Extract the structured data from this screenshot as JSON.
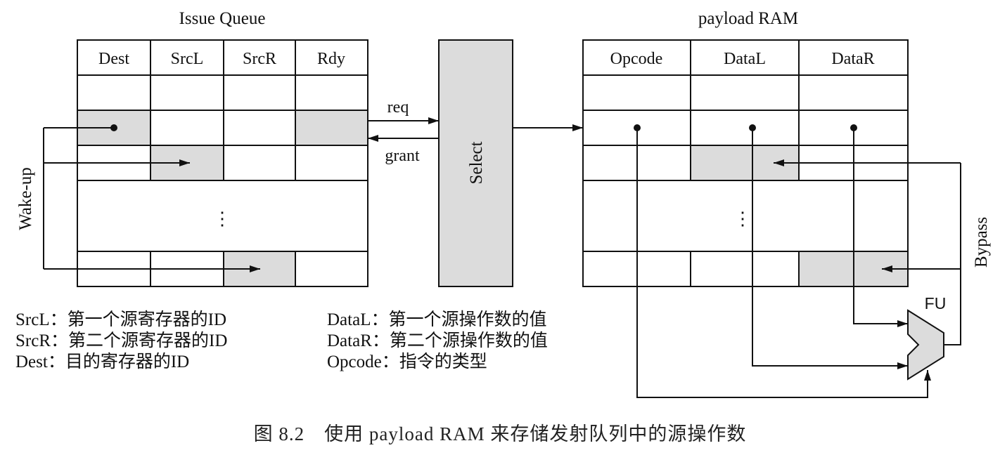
{
  "issue_queue": {
    "title": "Issue Queue",
    "headers": [
      "Dest",
      "SrcL",
      "SrcR",
      "Rdy"
    ],
    "ellipsis": "⋮",
    "wakeup_label": "Wake-up"
  },
  "select": {
    "label": "Select",
    "req_label": "req",
    "grant_label": "grant"
  },
  "payload_ram": {
    "title": "payload RAM",
    "headers": [
      "Opcode",
      "DataL",
      "DataR"
    ],
    "ellipsis": "⋮",
    "bypass_label": "Bypass",
    "fu_label": "FU"
  },
  "legend_left": [
    {
      "key": "SrcL",
      "sep": "：",
      "desc": "第一个源寄存器的ID"
    },
    {
      "key": "SrcR",
      "sep": "：",
      "desc": "第二个源寄存器的ID"
    },
    {
      "key": "Dest",
      "sep": "：",
      "desc": "目的寄存器的ID"
    }
  ],
  "legend_right": [
    {
      "key": "DataL",
      "sep": "：",
      "desc": "第一个源操作数的值"
    },
    {
      "key": "DataR",
      "sep": "：",
      "desc": "第二个源操作数的值"
    },
    {
      "key": "Opcode",
      "sep": "：",
      "desc": "指令的类型"
    }
  ],
  "caption": "图 8.2　使用 payload RAM 来存储发射队列中的源操作数",
  "colors": {
    "line": "#111111",
    "shade": "#dcdcdc",
    "background": "#ffffff"
  }
}
